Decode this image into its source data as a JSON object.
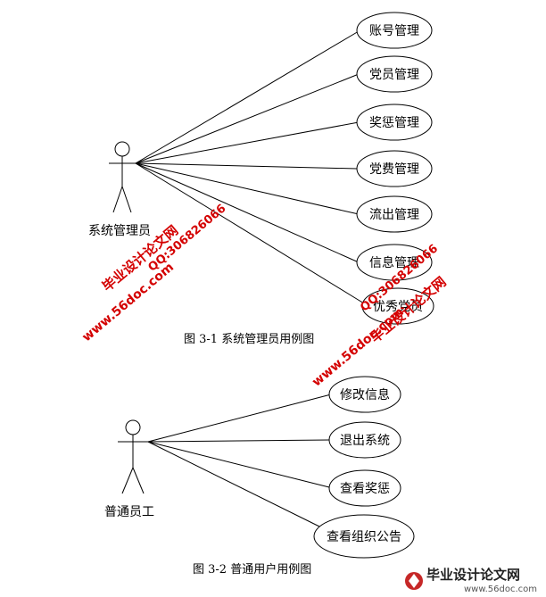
{
  "diagram1": {
    "actor": "系统管理员",
    "use_cases": [
      "账号管理",
      "党员管理",
      "奖惩管理",
      "党费管理",
      "流出管理",
      "信息管理",
      "优秀党员"
    ],
    "caption": "图  3-1  系统管理员用例图"
  },
  "diagram2": {
    "actor": "普通员工",
    "use_cases": [
      "修改信息",
      "退出系统",
      "查看奖惩",
      "查看组织公告"
    ],
    "caption": "图  3-2  普通用户用例图"
  },
  "watermarks": {
    "site_name": "毕业设计论文网",
    "url": "www.56doc.com",
    "qq": "QQ:306826066",
    "color": "#d40000"
  },
  "footer_logo": {
    "name": "毕业设计论文网",
    "url": "www.56doc.com"
  }
}
